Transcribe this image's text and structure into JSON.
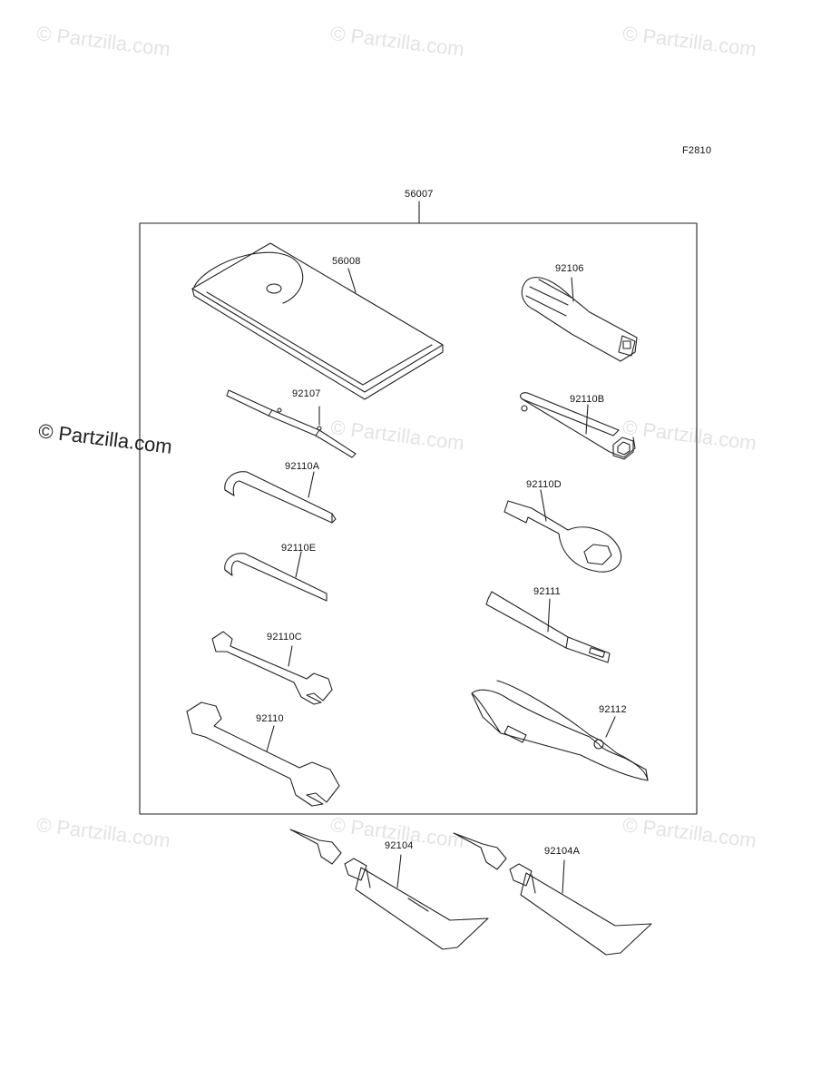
{
  "diagram": {
    "figure_code": "F2810",
    "assembly_part": "56007",
    "parts": [
      {
        "id": "56008"
      },
      {
        "id": "92106"
      },
      {
        "id": "92107"
      },
      {
        "id": "92110B"
      },
      {
        "id": "92110A"
      },
      {
        "id": "92110D"
      },
      {
        "id": "92110E"
      },
      {
        "id": "92111"
      },
      {
        "id": "92110C"
      },
      {
        "id": "92112"
      },
      {
        "id": "92110"
      },
      {
        "id": "92104"
      },
      {
        "id": "92104A"
      }
    ]
  },
  "watermark": {
    "text": "© Partzilla.com"
  }
}
